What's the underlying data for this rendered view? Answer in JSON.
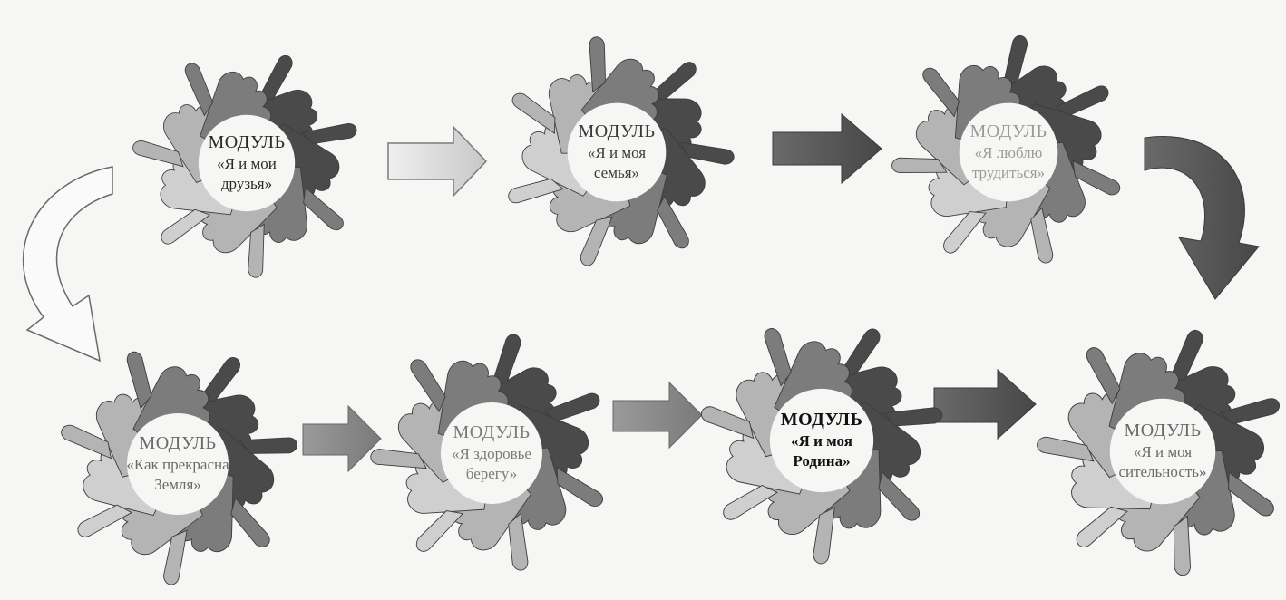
{
  "modules": [
    {
      "title": "МОДУЛЬ",
      "line1": "«Я и мои",
      "line2": "друзья»",
      "text_color": "#2a2a2a",
      "bold": false
    },
    {
      "title": "МОДУЛЬ",
      "line1": "«Я и моя",
      "line2": "семья»",
      "text_color": "#3a3a3a",
      "bold": false
    },
    {
      "title": "МОДУЛЬ",
      "line1": "«Я люблю",
      "line2": "трудиться»",
      "text_color": "#9a9a9a",
      "bold": false
    },
    {
      "title": "МОДУЛЬ",
      "line1": "«Как прекрасна",
      "line2": "Земля»",
      "text_color": "#6a6a6a",
      "bold": false
    },
    {
      "title": "МОДУЛЬ",
      "line1": "«Я здоровье",
      "line2": "берегу»",
      "text_color": "#7a7a7a",
      "bold": false
    },
    {
      "title": "МОДУЛЬ",
      "line1": "«Я и моя",
      "line2": "Родина»",
      "text_color": "#111111",
      "bold": true
    },
    {
      "title": "МОДУЛЬ",
      "line1": "«Я и моя",
      "line2": "сительность»",
      "text_color": "#6a6a6a",
      "bold": false
    }
  ],
  "colors": {
    "background": "#f6f6f4",
    "hand_dark": "#4a4a4a",
    "hand_mid": "#7c7c7c",
    "hand_light": "#b4b4b4",
    "hand_pale": "#cfcfcf",
    "arrow_dark": "#555555",
    "arrow_mid": "#8a8a8a",
    "arrow_light": "#dcdcdc"
  }
}
